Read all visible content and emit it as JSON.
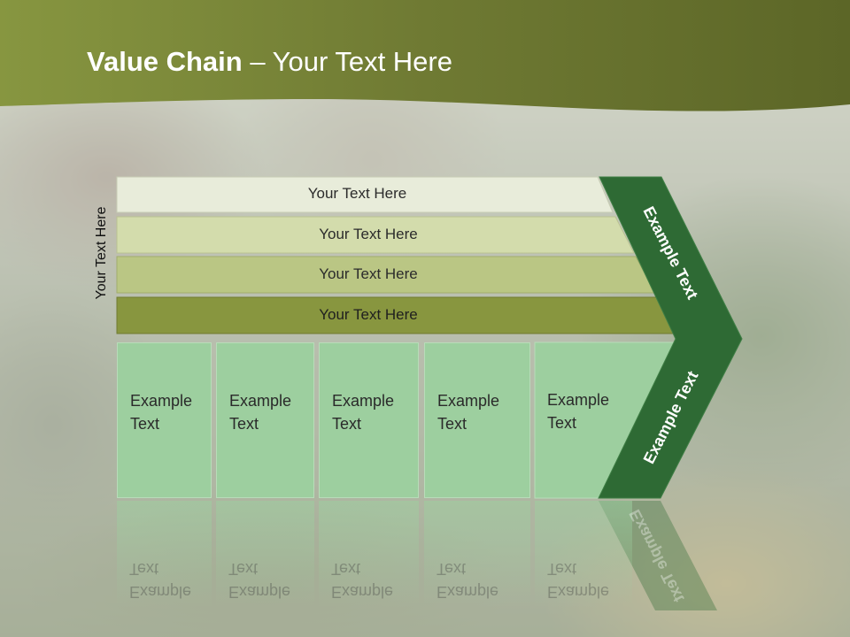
{
  "title": {
    "bold": "Value Chain",
    "rest": " – Your Text Here"
  },
  "side_label": "Your Text Here",
  "bars": [
    {
      "label": "Your Text Here",
      "color": "#e8ecda"
    },
    {
      "label": "Your Text Here",
      "color": "#d3dcac"
    },
    {
      "label": "Your Text Here",
      "color": "#bac684"
    },
    {
      "label": "Your Text Here",
      "color": "#88963f"
    }
  ],
  "boxes": [
    {
      "line1": "Example",
      "line2": "Text"
    },
    {
      "line1": "Example",
      "line2": "Text"
    },
    {
      "line1": "Example",
      "line2": "Text"
    },
    {
      "line1": "Example",
      "line2": "Text"
    },
    {
      "line1": "Example",
      "line2": "Text"
    }
  ],
  "chevron_upper": "Example Text",
  "chevron_lower": "Example Text",
  "colors": {
    "header": "#7d8a3a",
    "chevron": "#2e6a34",
    "box": "#9dcf9f"
  }
}
